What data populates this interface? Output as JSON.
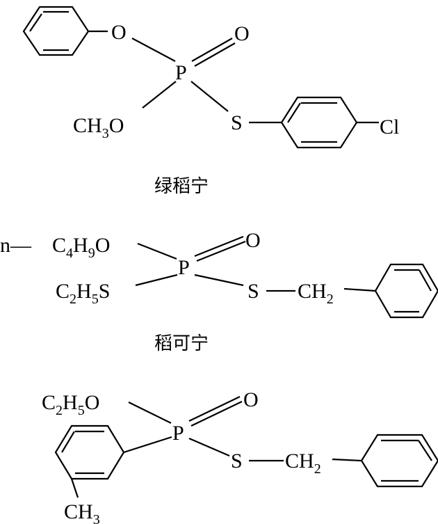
{
  "compounds": [
    {
      "name": "绿稻宁",
      "atoms": {
        "o_ether": "O",
        "o_double": "O",
        "p": "P",
        "ch3o": [
          "CH",
          "3",
          "O"
        ],
        "s": "S",
        "cl": "Cl"
      }
    },
    {
      "name": "稻可宁",
      "atoms": {
        "n_prefix": "n—",
        "c4h9o": [
          "C",
          "4",
          "H",
          "9",
          "O"
        ],
        "o_double": "O",
        "p": "P",
        "c2h5s": [
          "C",
          "2",
          "H",
          "5",
          "S"
        ],
        "s": "S",
        "ch2": [
          "CH",
          "2"
        ]
      }
    },
    {
      "name": "",
      "atoms": {
        "c2h5o": [
          "C",
          "2",
          "H",
          "5",
          "O"
        ],
        "o_double": "O",
        "p": "P",
        "s": "S",
        "ch2": [
          "CH",
          "2"
        ],
        "ch3": [
          "CH",
          "3"
        ]
      }
    }
  ]
}
